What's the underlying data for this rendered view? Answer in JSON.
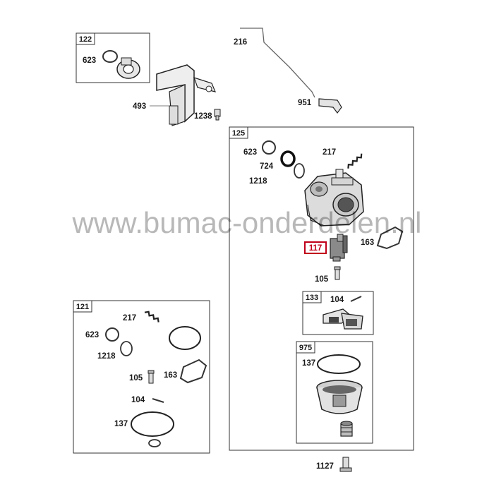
{
  "watermark": "www.bumac-onderdelen.nl",
  "highlight_color": "#c0001a",
  "boxes": {
    "b122": "122",
    "b125": "125",
    "b121": "121",
    "b133": "133",
    "b975": "975"
  },
  "parts": {
    "p623a": "623",
    "p493": "493",
    "p1238": "1238",
    "p216": "216",
    "p951": "951",
    "p623b": "623",
    "p217a": "217",
    "p724": "724",
    "p1218a": "1218",
    "p117": "117",
    "p163a": "163",
    "p105a": "105",
    "p104a": "104",
    "p137a": "137",
    "p217b": "217",
    "p623c": "623",
    "p1218b": "1218",
    "p105b": "105",
    "p163b": "163",
    "p104b": "104",
    "p137b": "137",
    "p1127": "1127"
  }
}
